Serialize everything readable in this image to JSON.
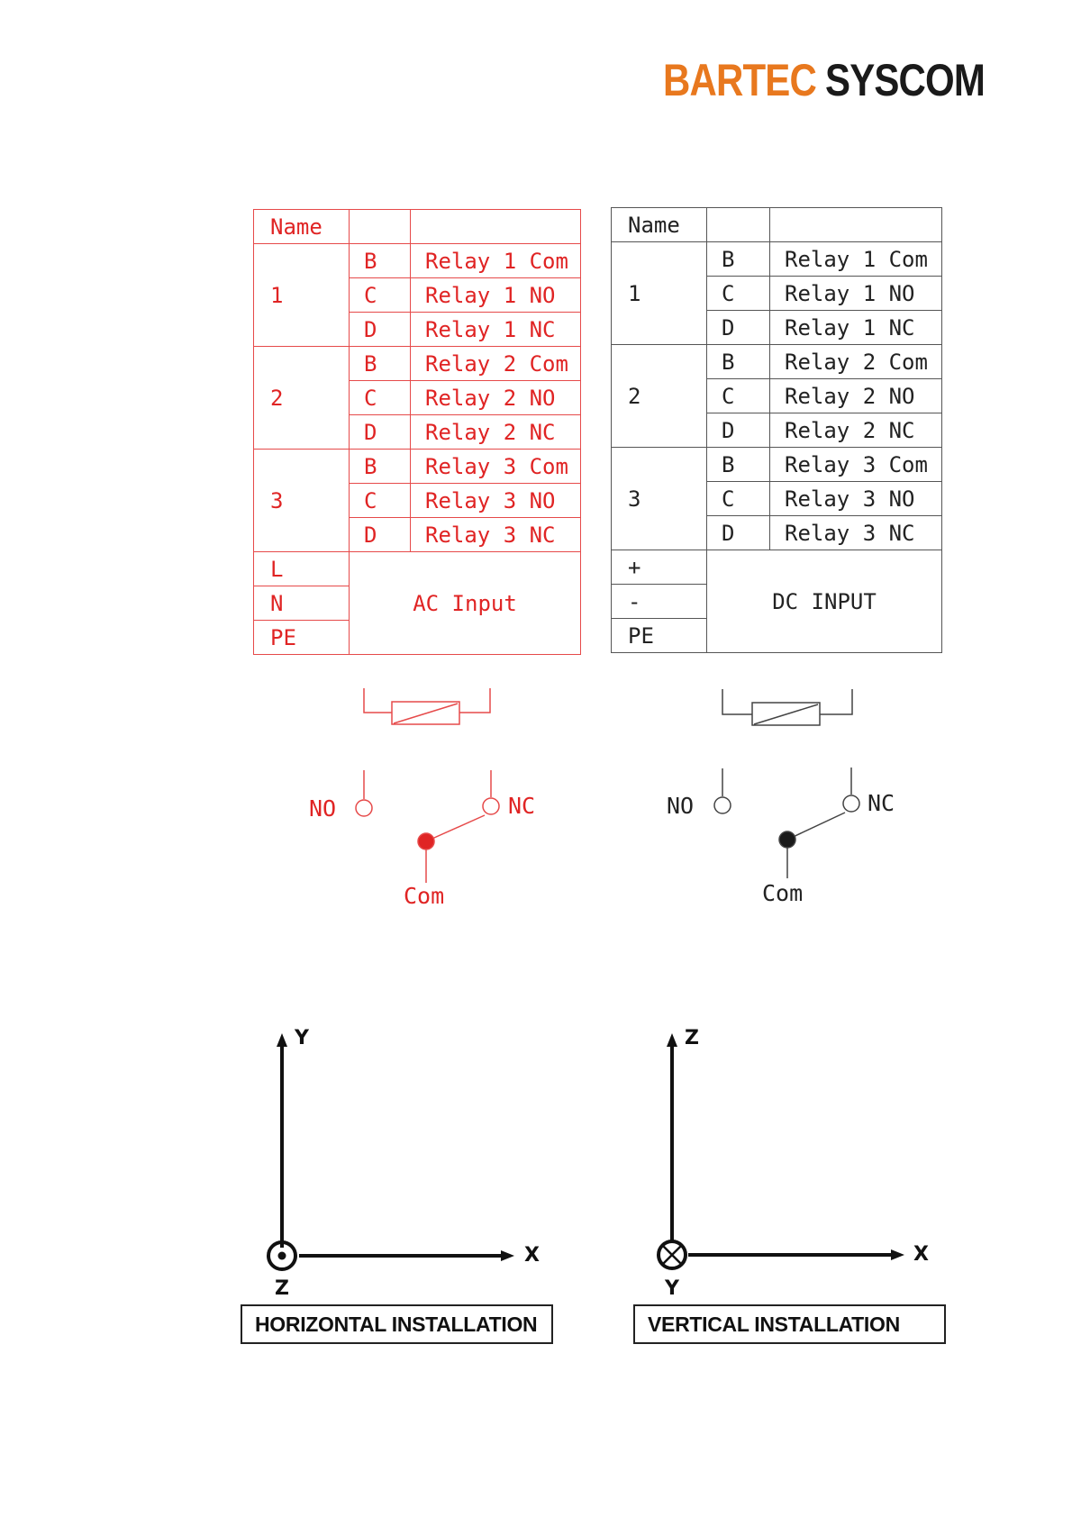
{
  "logo": {
    "part1": "BARTEC",
    "part2": "SYSCOM",
    "color_part1": "#e8781e",
    "color_part2": "#1a1a1a"
  },
  "ac_table": {
    "header": "Name",
    "groups": [
      {
        "name": "1",
        "rows": [
          {
            "pin": "B",
            "signal": "Relay 1 Com"
          },
          {
            "pin": "C",
            "signal": "Relay 1 NO"
          },
          {
            "pin": "D",
            "signal": "Relay 1 NC"
          }
        ]
      },
      {
        "name": "2",
        "rows": [
          {
            "pin": "B",
            "signal": "Relay 2 Com"
          },
          {
            "pin": "C",
            "signal": "Relay 2 NO"
          },
          {
            "pin": "D",
            "signal": "Relay 2 NC"
          }
        ]
      },
      {
        "name": "3",
        "rows": [
          {
            "pin": "B",
            "signal": "Relay 3 Com"
          },
          {
            "pin": "C",
            "signal": "Relay 3 NO"
          },
          {
            "pin": "D",
            "signal": "Relay 3 NC"
          }
        ]
      }
    ],
    "power": {
      "pins": [
        "L",
        "N",
        "PE"
      ],
      "label": "AC Input"
    },
    "color": "#e02424"
  },
  "dc_table": {
    "header": "Name",
    "groups": [
      {
        "name": "1",
        "rows": [
          {
            "pin": "B",
            "signal": "Relay 1 Com"
          },
          {
            "pin": "C",
            "signal": "Relay 1 NO"
          },
          {
            "pin": "D",
            "signal": "Relay 1 NC"
          }
        ]
      },
      {
        "name": "2",
        "rows": [
          {
            "pin": "B",
            "signal": "Relay 2 Com"
          },
          {
            "pin": "C",
            "signal": "Relay 2 NO"
          },
          {
            "pin": "D",
            "signal": "Relay 2 NC"
          }
        ]
      },
      {
        "name": "3",
        "rows": [
          {
            "pin": "B",
            "signal": "Relay 3 Com"
          },
          {
            "pin": "C",
            "signal": "Relay 3 NO"
          },
          {
            "pin": "D",
            "signal": "Relay 3 NC"
          }
        ]
      }
    ],
    "power": {
      "pins": [
        "+",
        "-",
        "PE"
      ],
      "label": "DC INPUT"
    },
    "color": "#222222"
  },
  "ac_relay": {
    "no": "NO",
    "nc": "NC",
    "com": "Com"
  },
  "dc_relay": {
    "no": "NO",
    "nc": "NC",
    "com": "Com"
  },
  "horizontal": {
    "vertical_axis": "Y",
    "horizontal_axis": "X",
    "out_axis": "Z",
    "caption": "HORIZONTAL INSTALLATION"
  },
  "vertical": {
    "vertical_axis": "Z",
    "horizontal_axis": "X",
    "out_axis": "Y",
    "caption": "VERTICAL INSTALLATION"
  }
}
